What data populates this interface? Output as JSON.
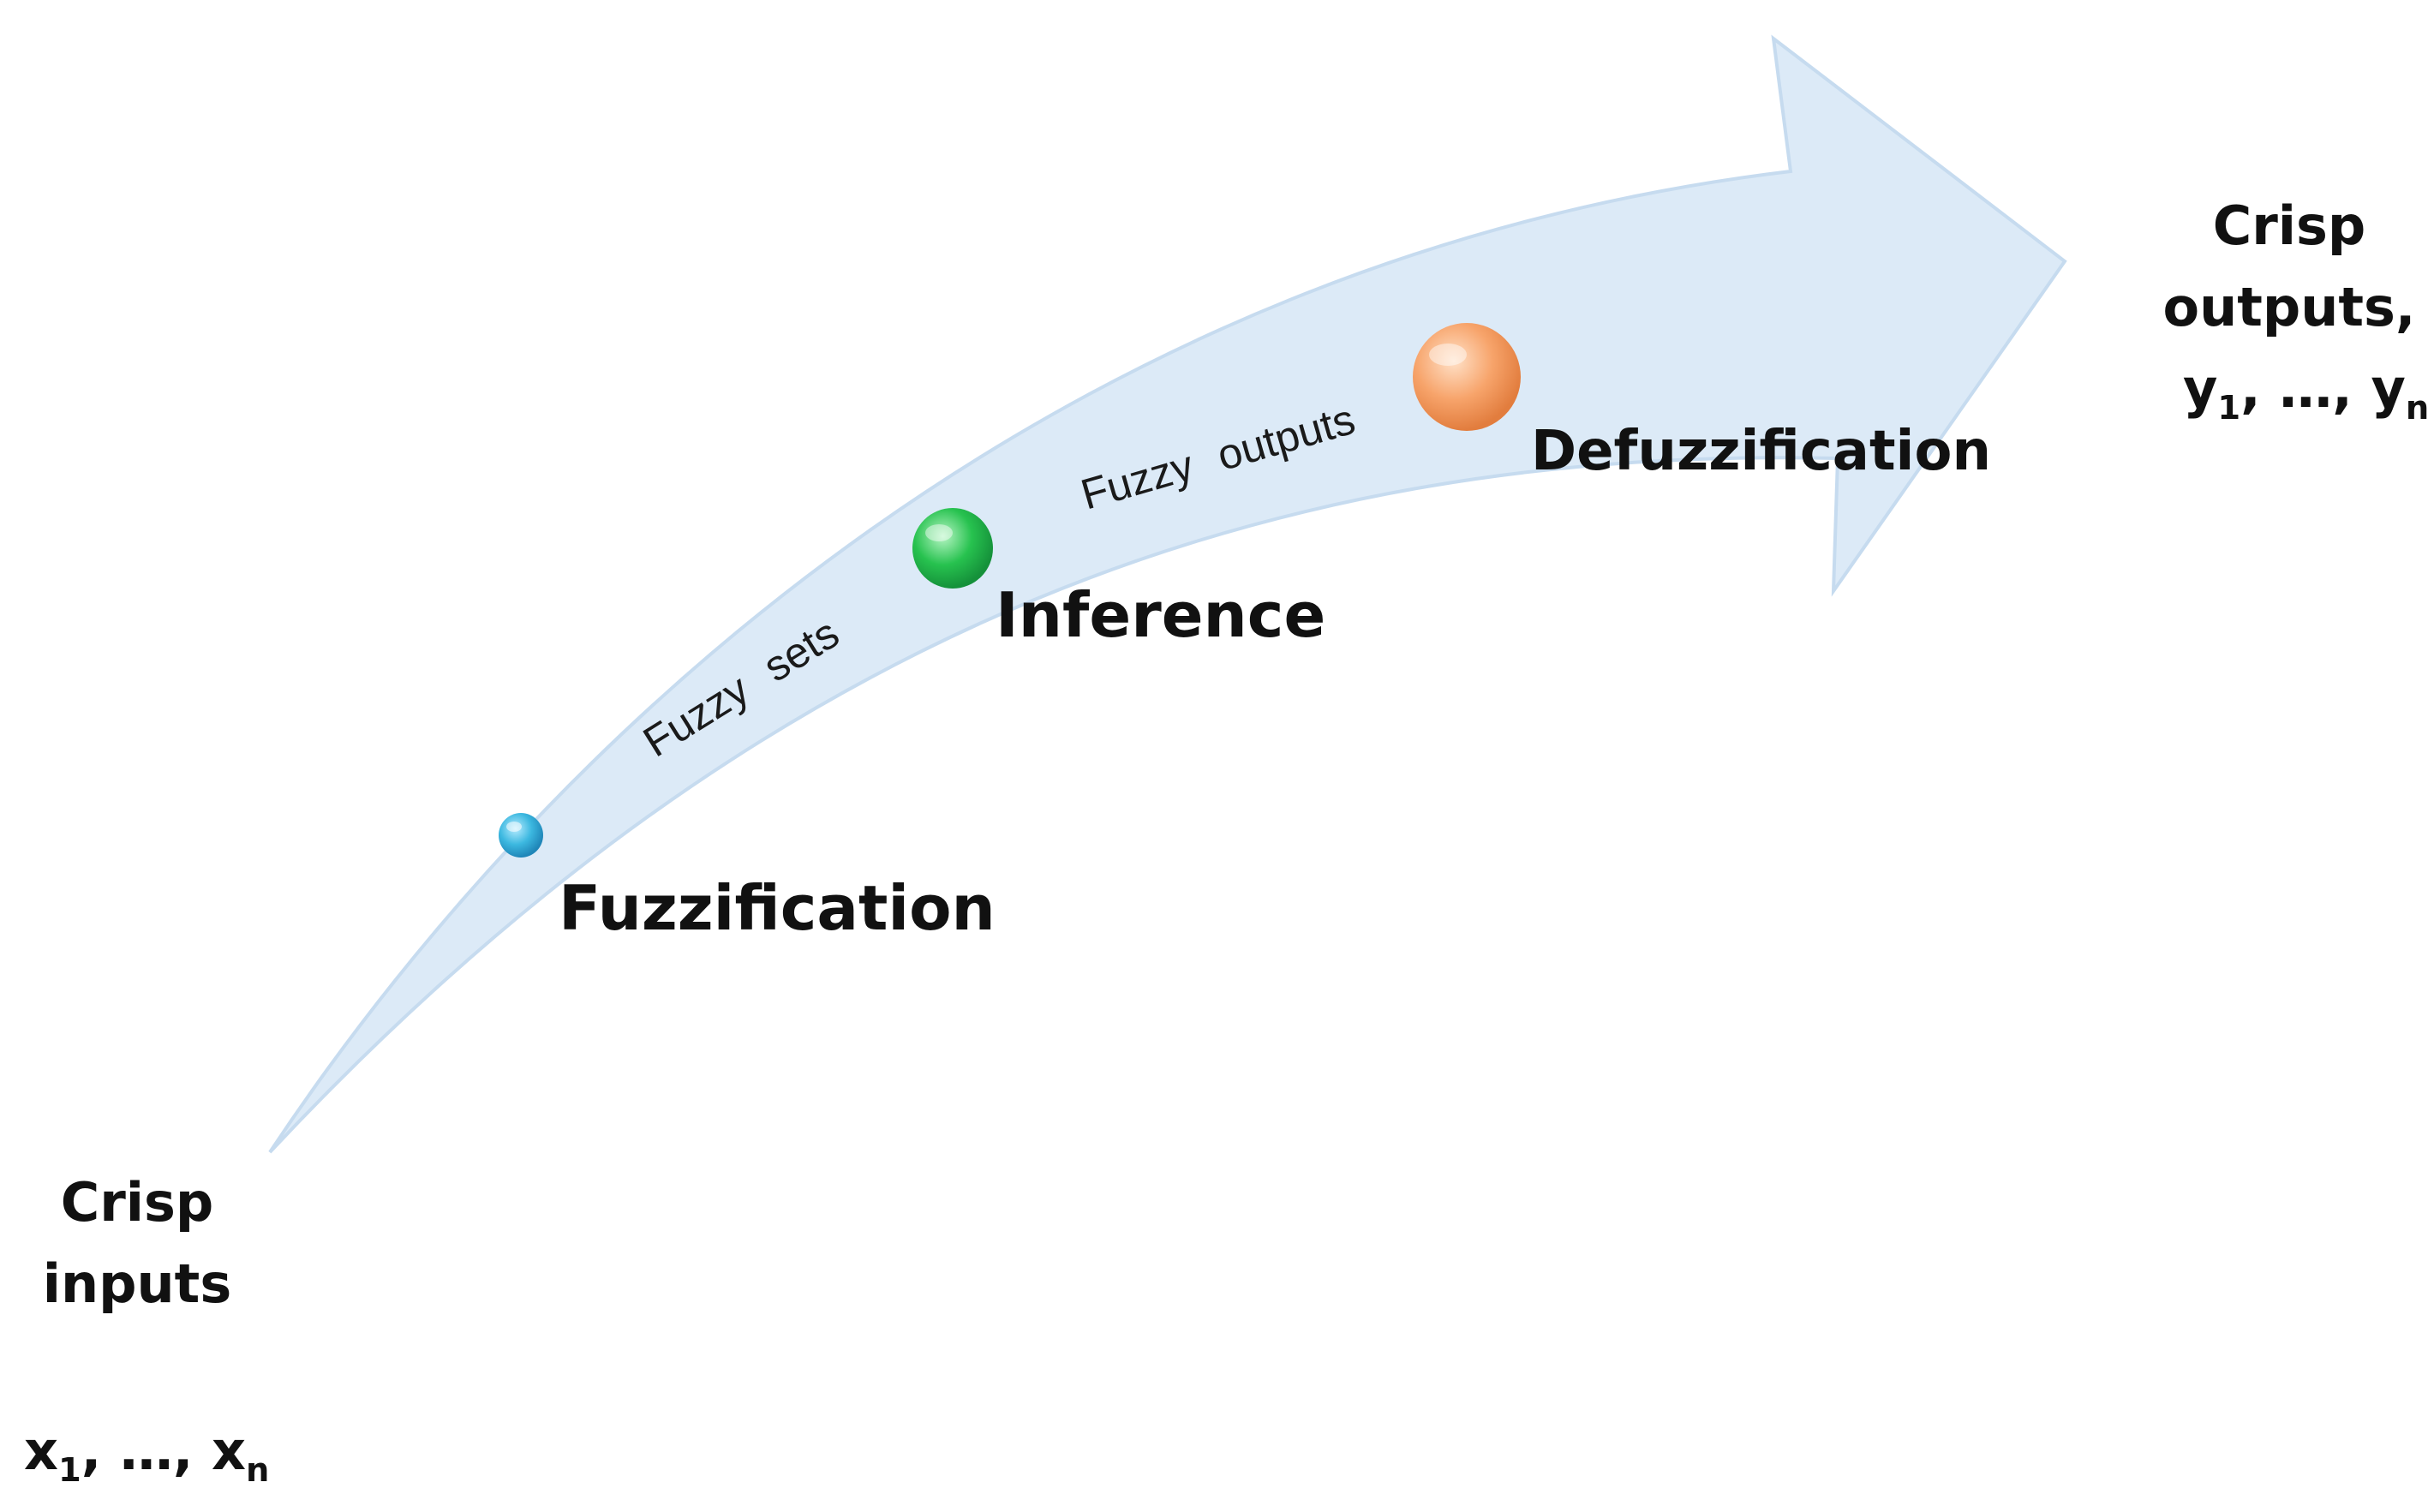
{
  "inputs": {
    "line1": "Crisp",
    "line2": "inputs",
    "var_base": "x",
    "first_sub": "1",
    "ellipsis": ", …, ",
    "last_sub": "n"
  },
  "outputs": {
    "line1": "Crisp",
    "line2": "outputs,",
    "var_base": "y",
    "first_sub": "1",
    "ellipsis": ", …, ",
    "last_sub": "n"
  },
  "stages": {
    "fuzzification": "Fuzzification",
    "inference": "Inference",
    "defuzzification": "Defuzzification"
  },
  "flows": {
    "fuzzy_sets": "Fuzzy sets",
    "fuzzy_outputs": "Fuzzy outputs"
  },
  "colors": {
    "arrow_fill": "#dceaf7",
    "arrow_edge": "#c6dbef",
    "dot_fuzzification": "#3cb8e0",
    "dot_inference": "#27c24f",
    "dot_defuzzification": "#f7a46b",
    "text": "#111111"
  }
}
